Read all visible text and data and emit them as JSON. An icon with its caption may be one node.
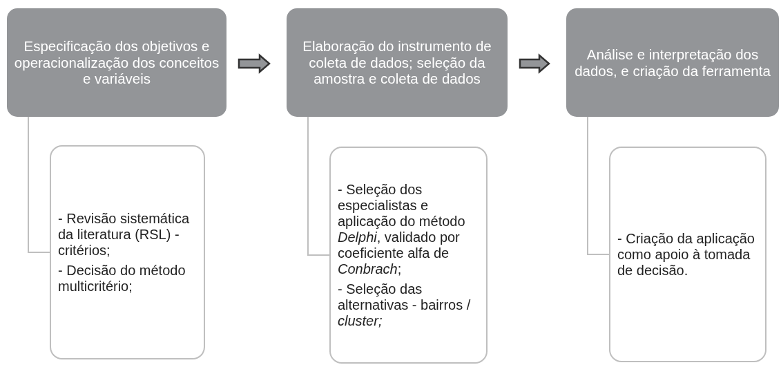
{
  "diagram": {
    "nodes": [
      {
        "text": [
          "Especificação dos objetivos e operacionalização dos conceitos e variáveis"
        ]
      },
      {
        "text": [
          "Elaboração do instrumento de coleta de dados; seleção da amostra e coleta de dados"
        ]
      },
      {
        "text": [
          "Análise e interpretação dos dados, e criação da ferramenta"
        ]
      },
      {
        "text": [
          "- Revisão sistemática da literatura (RSL) - critérios;",
          "- Decisão do método multicritério;"
        ]
      },
      {
        "text": [
          "- Seleção dos especialistas e aplicação do método *Delphi*, validado por coeficiente alfa de *Conbrach*;",
          "- Seleção das alternativas - bairros / *cluster;*"
        ]
      },
      {
        "text": [
          "- Criação da aplicação como apoio à tomada de decisão."
        ]
      }
    ],
    "edges": [
      {
        "from": 0,
        "to": 1,
        "arrow": "to",
        "style": "thick"
      },
      {
        "from": 1,
        "to": 2,
        "arrow": "to",
        "style": "thick"
      },
      {
        "from": 0,
        "to": 3,
        "arrow": "none",
        "color": "#bfbfbf"
      },
      {
        "from": 1,
        "to": 4,
        "arrow": "none",
        "color": "#bfbfbf"
      },
      {
        "from": 2,
        "to": 5,
        "arrow": "none",
        "color": "#bfbfbf"
      }
    ]
  }
}
